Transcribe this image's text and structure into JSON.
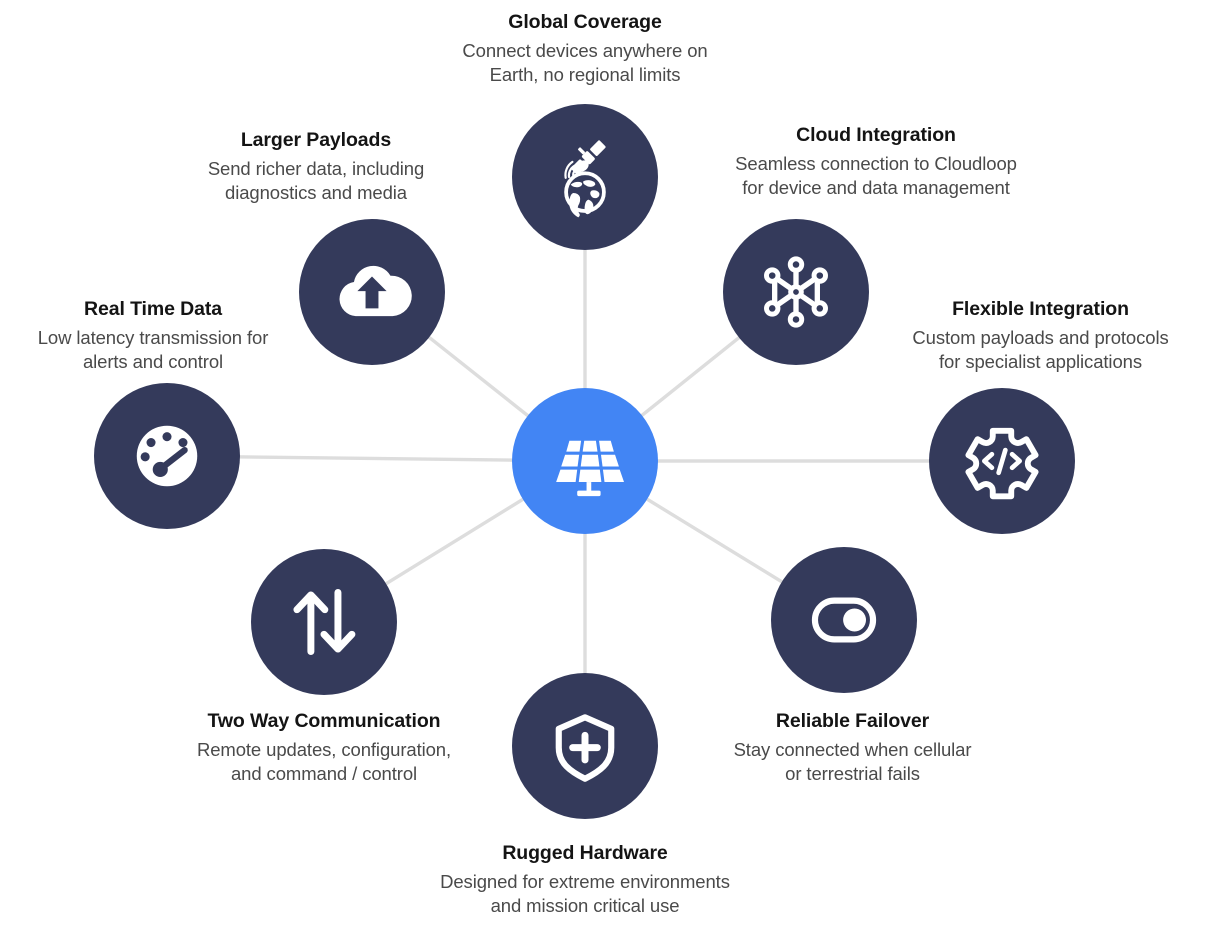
{
  "theme": {
    "background": "#ffffff",
    "node_dark": "#343a5b",
    "hub_accent": "#4285f4",
    "spoke_line": "#dddddd",
    "title_color": "#141414",
    "desc_color": "#4a4a4a"
  },
  "hub": {
    "icon": "solar-panel-icon",
    "color": "#4285f4"
  },
  "features": [
    {
      "id": "global-coverage",
      "title": "Global Coverage",
      "desc_line1": "Connect devices anywhere on",
      "desc_line2": "Earth, no regional limits",
      "icon": "satellite-globe-icon"
    },
    {
      "id": "larger-payloads",
      "title": "Larger Payloads",
      "desc_line1": "Send richer data, including",
      "desc_line2": "diagnostics and media",
      "icon": "cloud-upload-icon"
    },
    {
      "id": "cloud-integration",
      "title": "Cloud Integration",
      "desc_line1": "Seamless connection to Cloudloop",
      "desc_line2": "for device and data management",
      "icon": "network-nodes-icon"
    },
    {
      "id": "real-time-data",
      "title": "Real Time Data",
      "desc_line1": "Low latency transmission for",
      "desc_line2": "alerts and control",
      "icon": "gauge-icon"
    },
    {
      "id": "flexible-integration",
      "title": "Flexible Integration",
      "desc_line1": "Custom payloads and protocols",
      "desc_line2": "for specialist applications",
      "icon": "gear-code-icon"
    },
    {
      "id": "two-way-communication",
      "title": "Two Way Communication",
      "desc_line1": "Remote updates, configuration,",
      "desc_line2": "and command / control",
      "icon": "up-down-arrows-icon"
    },
    {
      "id": "reliable-failover",
      "title": "Reliable Failover",
      "desc_line1": "Stay connected when cellular",
      "desc_line2": "or terrestrial fails",
      "icon": "toggle-switch-icon"
    },
    {
      "id": "rugged-hardware",
      "title": "Rugged Hardware",
      "desc_line1": "Designed for extreme environments",
      "desc_line2": "and mission critical use",
      "icon": "shield-plus-icon"
    }
  ]
}
